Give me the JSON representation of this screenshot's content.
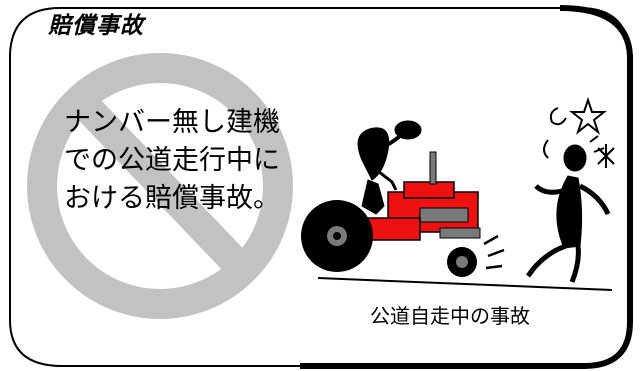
{
  "title": "賠償事故",
  "main_text": "ナンバー無し建機での公道走行中における賠償事故。",
  "caption": "公道自走中の事故",
  "icons": {
    "prohibit": "prohibition-sign-icon",
    "tractor": "tractor-icon",
    "driver": "driver-figure-icon",
    "victim": "falling-person-icon",
    "dizzy": "dizzy-stars-icon"
  },
  "colors": {
    "prohibit_gray": "#c2c2c2",
    "tractor_red": "#ee1111",
    "tractor_gray": "#7a7a7a",
    "ink": "#000000"
  }
}
